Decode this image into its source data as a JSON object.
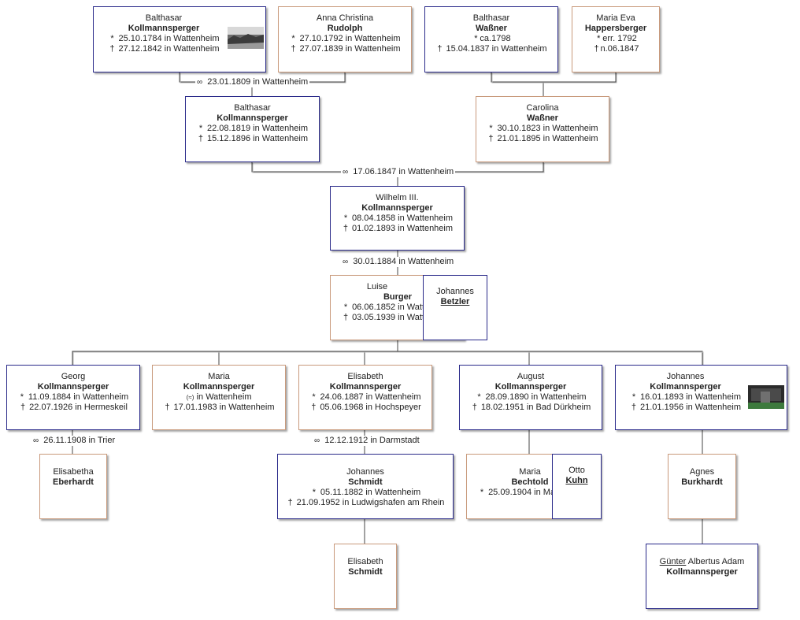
{
  "symbols": {
    "birth": "*",
    "death": "†",
    "baptism": "(≈)",
    "marriage": "∞"
  },
  "gen1": {
    "p1": {
      "given": "Balthasar",
      "surname": "Kollmannsperger",
      "birth": "25.10.1784 in Wattenheim",
      "death": "27.12.1842 in Wattenheim",
      "has_photo": true
    },
    "p2": {
      "given": "Anna Christina",
      "surname": "Rudolph",
      "birth": "27.10.1792 in Wattenheim",
      "death": "27.07.1839 in Wattenheim"
    },
    "p3": {
      "given": "Balthasar",
      "surname": "Waßner",
      "birth": "ca.1798",
      "death": "15.04.1837 in Wattenheim"
    },
    "p4": {
      "given": "Maria Eva",
      "surname": "Happersberger",
      "birth": "err. 1792",
      "death": "n.06.1847"
    },
    "m12": "23.01.1809 in Wattenheim"
  },
  "gen2": {
    "p1": {
      "given": "Balthasar",
      "surname": "Kollmannsperger",
      "birth": "22.08.1819 in Wattenheim",
      "death": "15.12.1896 in Wattenheim"
    },
    "p2": {
      "given": "Carolina",
      "surname": "Waßner",
      "birth": "30.10.1823 in Wattenheim",
      "death": "21.01.1895 in Wattenheim"
    },
    "m": "17.06.1847 in Wattenheim"
  },
  "gen3": {
    "p1": {
      "given": "Wilhelm III.",
      "surname": "Kollmannsperger",
      "birth": "08.04.1858 in Wattenheim",
      "death": "01.02.1893 in Wattenheim"
    },
    "m": "30.01.1884 in Wattenheim"
  },
  "focus": {
    "p1": {
      "given": "Luise",
      "surname": "Burger",
      "birth": "06.06.1852 in Watt",
      "death": "03.05.1939 in Watt"
    },
    "spouse": {
      "given": "Johannes",
      "surname": "Betzler"
    }
  },
  "children": [
    {
      "given": "Georg",
      "surname": "Kollmannsperger",
      "birth": "11.09.1884 in Wattenheim",
      "death": "22.07.1926 in Hermeskeil"
    },
    {
      "given": "Maria",
      "surname": "Kollmannsperger",
      "baptism": "in Wattenheim",
      "death": "17.01.1983 in Wattenheim"
    },
    {
      "given": "Elisabeth",
      "surname": "Kollmannsperger",
      "birth": "24.06.1887 in Wattenheim",
      "death": "05.06.1968 in Hochspeyer"
    },
    {
      "given": "August",
      "surname": "Kollmannsperger",
      "birth": "28.09.1890 in Wattenheim",
      "death": "18.02.1951 in Bad Dürkheim"
    },
    {
      "given": "Johannes",
      "surname": "Kollmannsperger",
      "birth": "16.01.1893 in Wattenheim",
      "death": "21.01.1956 in Wattenheim",
      "has_photo": true
    }
  ],
  "child_marriages": {
    "georg": "26.11.1908 in Trier",
    "elisabeth": "12.12.1912 in Darmstadt"
  },
  "spouses": {
    "georg": {
      "given": "Elisabetha",
      "surname": "Eberhardt"
    },
    "elisabeth": {
      "given": "Johannes",
      "surname": "Schmidt",
      "birth": "05.11.1882 in Wattenheim",
      "death": "21.09.1952 in Ludwigshafen am Rhein"
    },
    "august": {
      "given": "Maria",
      "surname": "Bechtold",
      "birth": "25.09.1904 in Ma",
      "second_given": "Otto",
      "second_surname": "Kuhn"
    },
    "johannes": {
      "given": "Agnes",
      "surname": "Burkhardt"
    }
  },
  "grandchildren": {
    "schmidt": {
      "given": "Elisabeth",
      "surname": "Schmidt"
    },
    "kollmannsperger": {
      "given_underlined": "Günter",
      "given_rest": " Albertus Adam",
      "surname": "Kollmannsperger"
    }
  }
}
